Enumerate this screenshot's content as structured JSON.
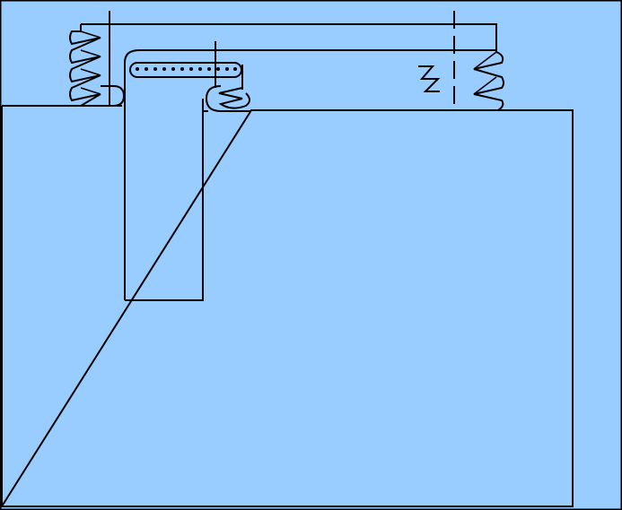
{
  "colors": {
    "background": "#99ccff",
    "stroke": "#000000"
  },
  "diagram": {
    "components": [
      {
        "id": "main-block",
        "kind": "rectangle"
      },
      {
        "id": "center-post",
        "kind": "rectangle"
      },
      {
        "id": "upper-frame",
        "kind": "rounded-bracket"
      },
      {
        "id": "dotted-bar",
        "kind": "dotted-rectangle"
      },
      {
        "id": "left-spring",
        "kind": "zigzag",
        "turns": 4
      },
      {
        "id": "right-spring",
        "kind": "zigzag",
        "turns": 3
      },
      {
        "id": "middle-spring",
        "kind": "zigzag",
        "turns": 1
      },
      {
        "id": "left-pin",
        "kind": "vertical-line"
      },
      {
        "id": "middle-pin",
        "kind": "vertical-line"
      },
      {
        "id": "right-pin",
        "kind": "dashed-vertical-line"
      },
      {
        "id": "break-symbol",
        "kind": "zigzag-break"
      }
    ]
  }
}
